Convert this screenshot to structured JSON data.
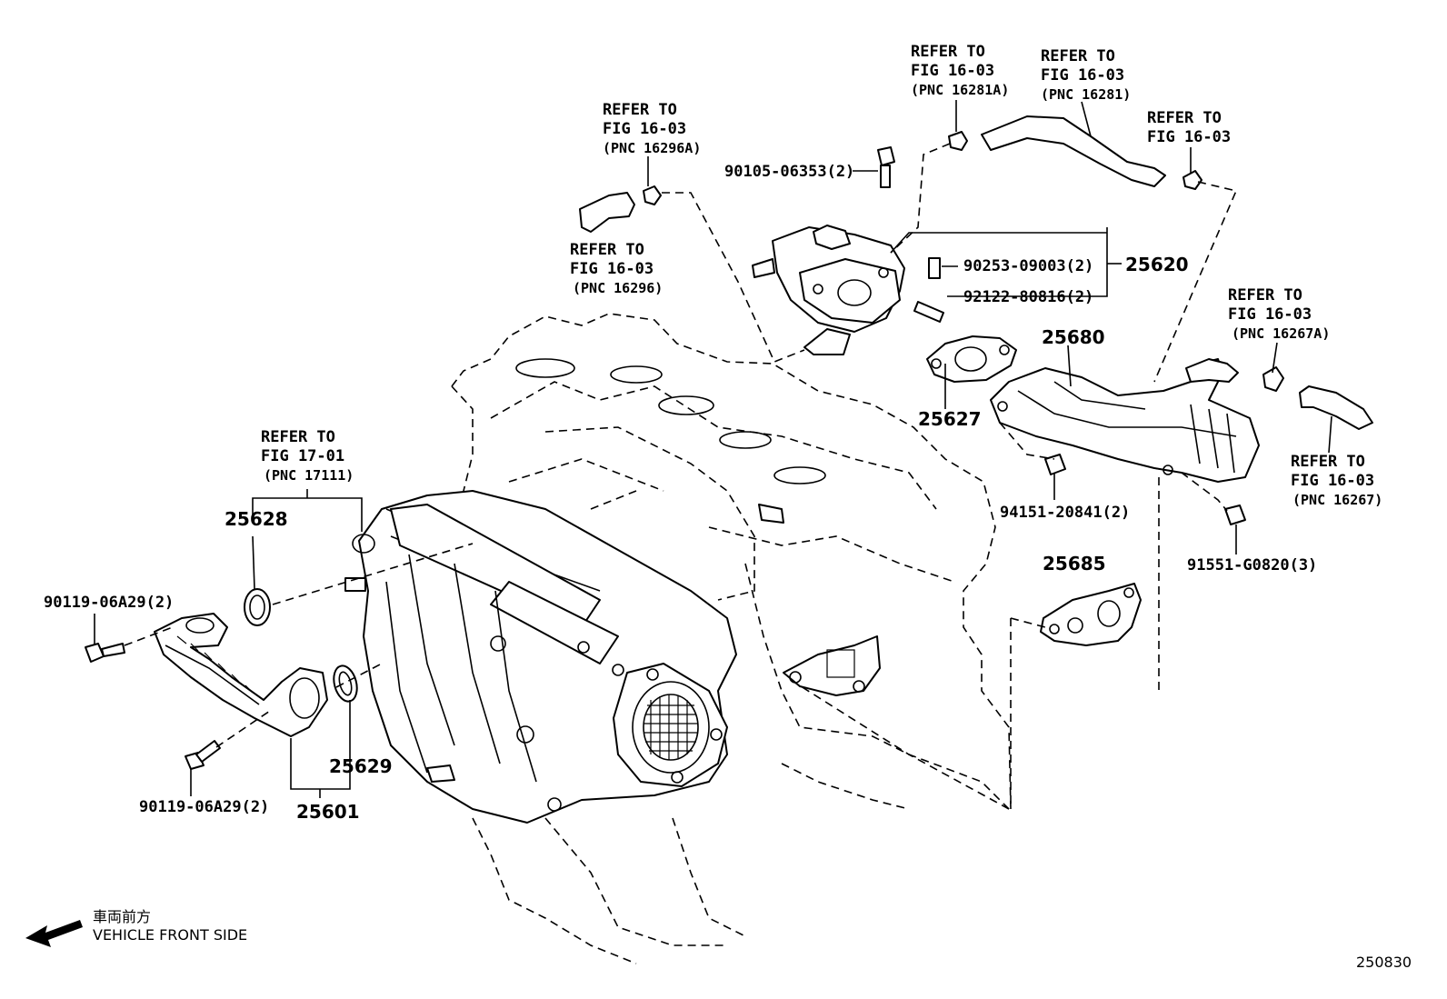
{
  "refer_callouts": [
    {
      "id": "r1",
      "lines": [
        "REFER TO",
        "FIG 16-03",
        "(PNC 16281A)"
      ]
    },
    {
      "id": "r2",
      "lines": [
        "REFER TO",
        "FIG 16-03",
        "(PNC 16281)"
      ]
    },
    {
      "id": "r3",
      "lines": [
        "REFER TO",
        "FIG 16-03"
      ]
    },
    {
      "id": "r4",
      "lines": [
        "REFER TO",
        "FIG 16-03",
        "(PNC 16296A)"
      ]
    },
    {
      "id": "r5",
      "lines": [
        "REFER TO",
        "FIG 16-03",
        "(PNC 16296)"
      ]
    },
    {
      "id": "r6",
      "lines": [
        "REFER TO",
        "FIG 16-03",
        "(PNC 16267A)"
      ]
    },
    {
      "id": "r7",
      "lines": [
        "REFER TO",
        "FIG 16-03",
        "(PNC 16267)"
      ]
    },
    {
      "id": "r8",
      "lines": [
        "REFER TO",
        "FIG 17-01",
        "(PNC 17111)"
      ]
    }
  ],
  "part_numbers": {
    "p25620": "25620",
    "p25680": "25680",
    "p25627": "25627",
    "p25685": "25685",
    "p25628": "25628",
    "p25629": "25629",
    "p25601": "25601"
  },
  "fastener_labels": {
    "f1": "90105-06353(2)",
    "f2": "90253-09003(2)",
    "f3": "92122-80816(2)",
    "f4": "94151-20841(2)",
    "f5": "91551-G0820(3)",
    "f6": "90119-06A29(2)",
    "f7": "90119-06A29(2)"
  },
  "direction": {
    "japanese": "車両前方",
    "english": "VEHICLE FRONT SIDE"
  },
  "figure_code": "250830"
}
